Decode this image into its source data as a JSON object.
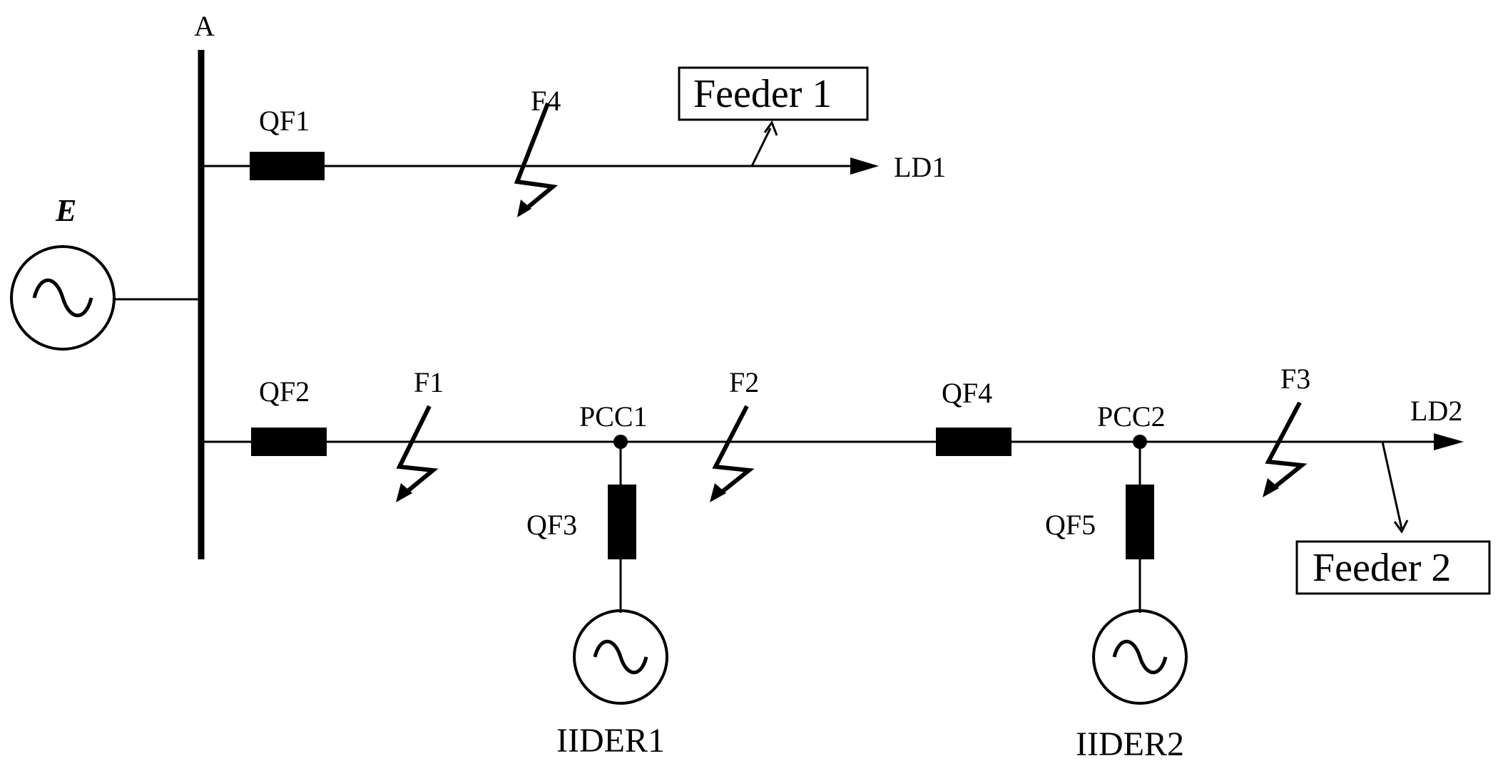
{
  "diagram": {
    "bus_label": "A",
    "source_label": "E",
    "breakers": {
      "qf1": "QF1",
      "qf2": "QF2",
      "qf3": "QF3",
      "qf4": "QF4",
      "qf5": "QF5"
    },
    "faults": {
      "f1": "F1",
      "f2": "F2",
      "f3": "F3",
      "f4": "F4"
    },
    "nodes": {
      "pcc1": "PCC1",
      "pcc2": "PCC2"
    },
    "loads": {
      "ld1": "LD1",
      "ld2": "LD2"
    },
    "feeders": {
      "feeder1": "Feeder 1",
      "feeder2": "Feeder 2"
    },
    "generators": {
      "ider1": "IIDER1",
      "ider2": "IIDER2"
    }
  }
}
